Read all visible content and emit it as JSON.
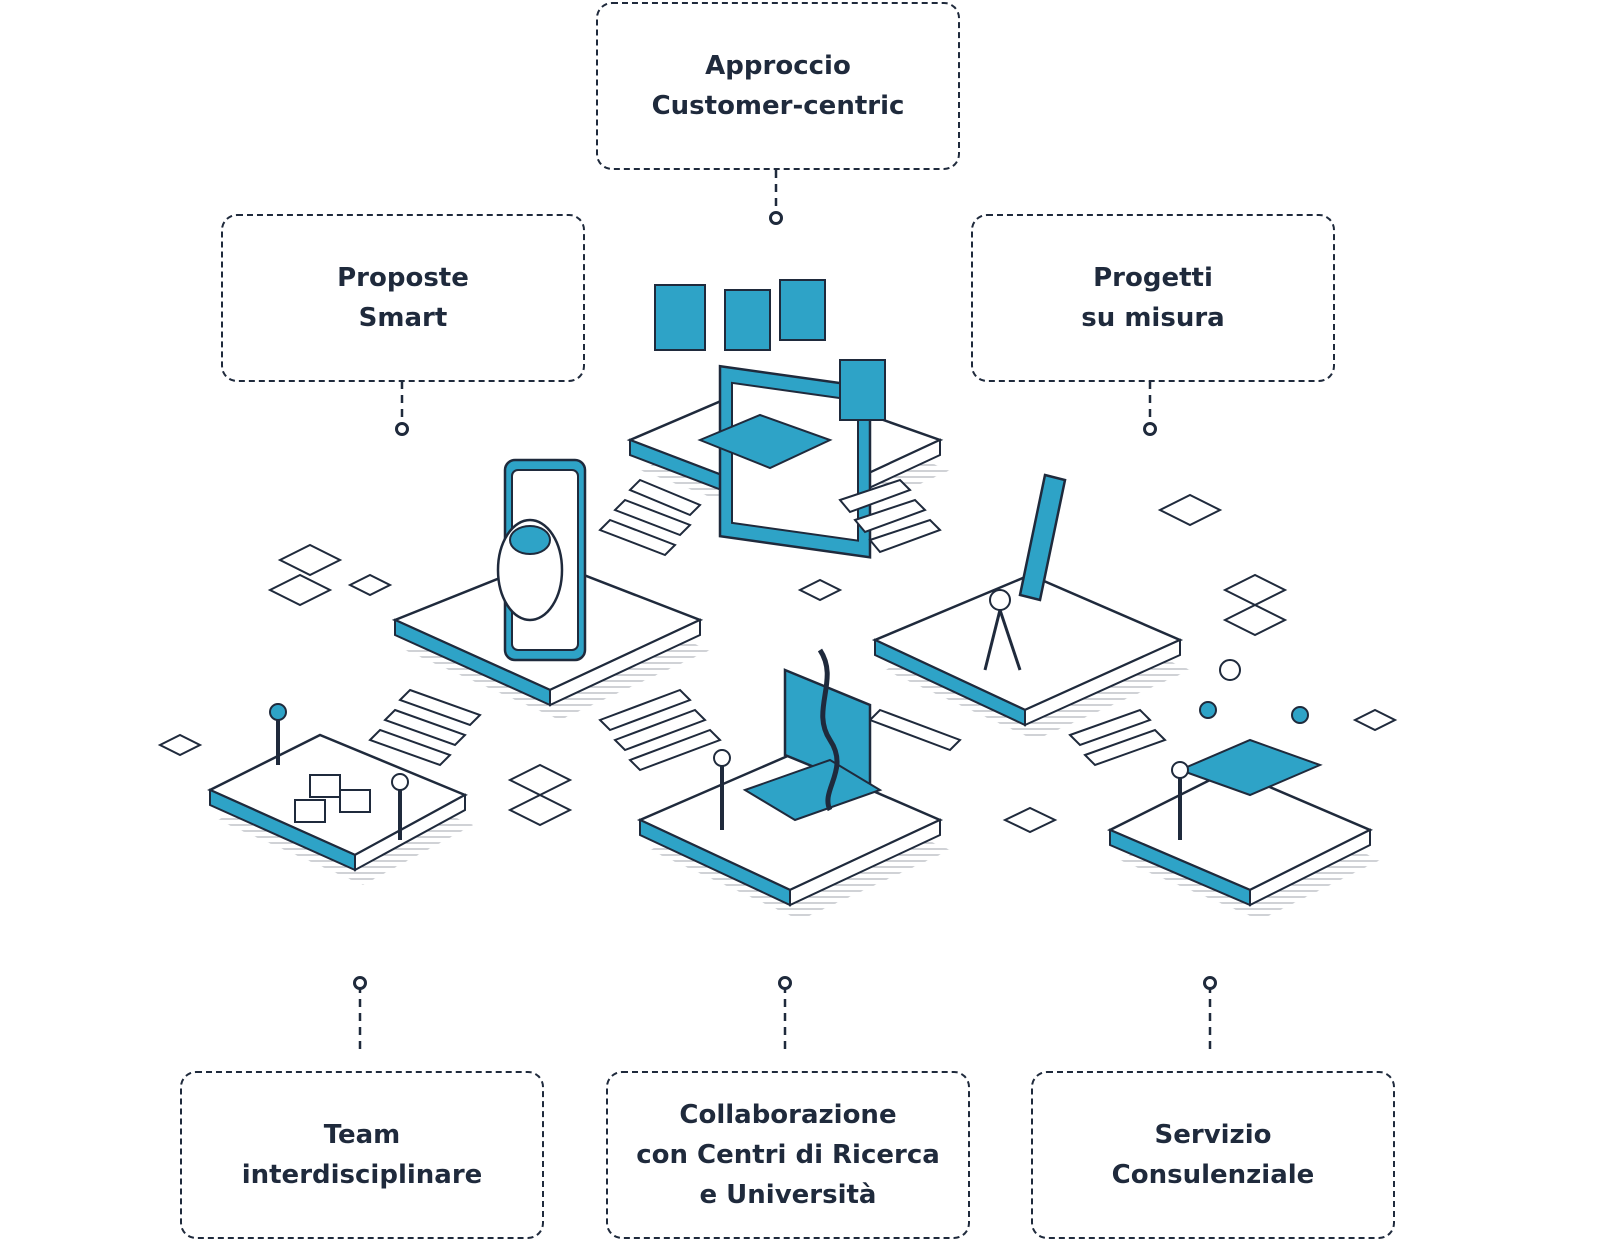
{
  "colors": {
    "accent": "#2ea3c7",
    "ink": "#1f2a3c",
    "background": "#ffffff"
  },
  "labels": {
    "top": "Approccio\nCustomer-centric",
    "left": "Proposte\nSmart",
    "right": "Progetti\nsu misura",
    "bottom_left": "Team\ninterdisciplinare",
    "bottom_center": "Collaborazione\ncon Centri di Ricerca\ne Università",
    "bottom_right": "Servizio\nConsulenziale"
  },
  "icons": [
    "computer-monitor-icon",
    "robot-phone-icon",
    "rocket-icon",
    "laptop-dna-icon",
    "puzzle-team-icon",
    "meeting-table-icon"
  ]
}
